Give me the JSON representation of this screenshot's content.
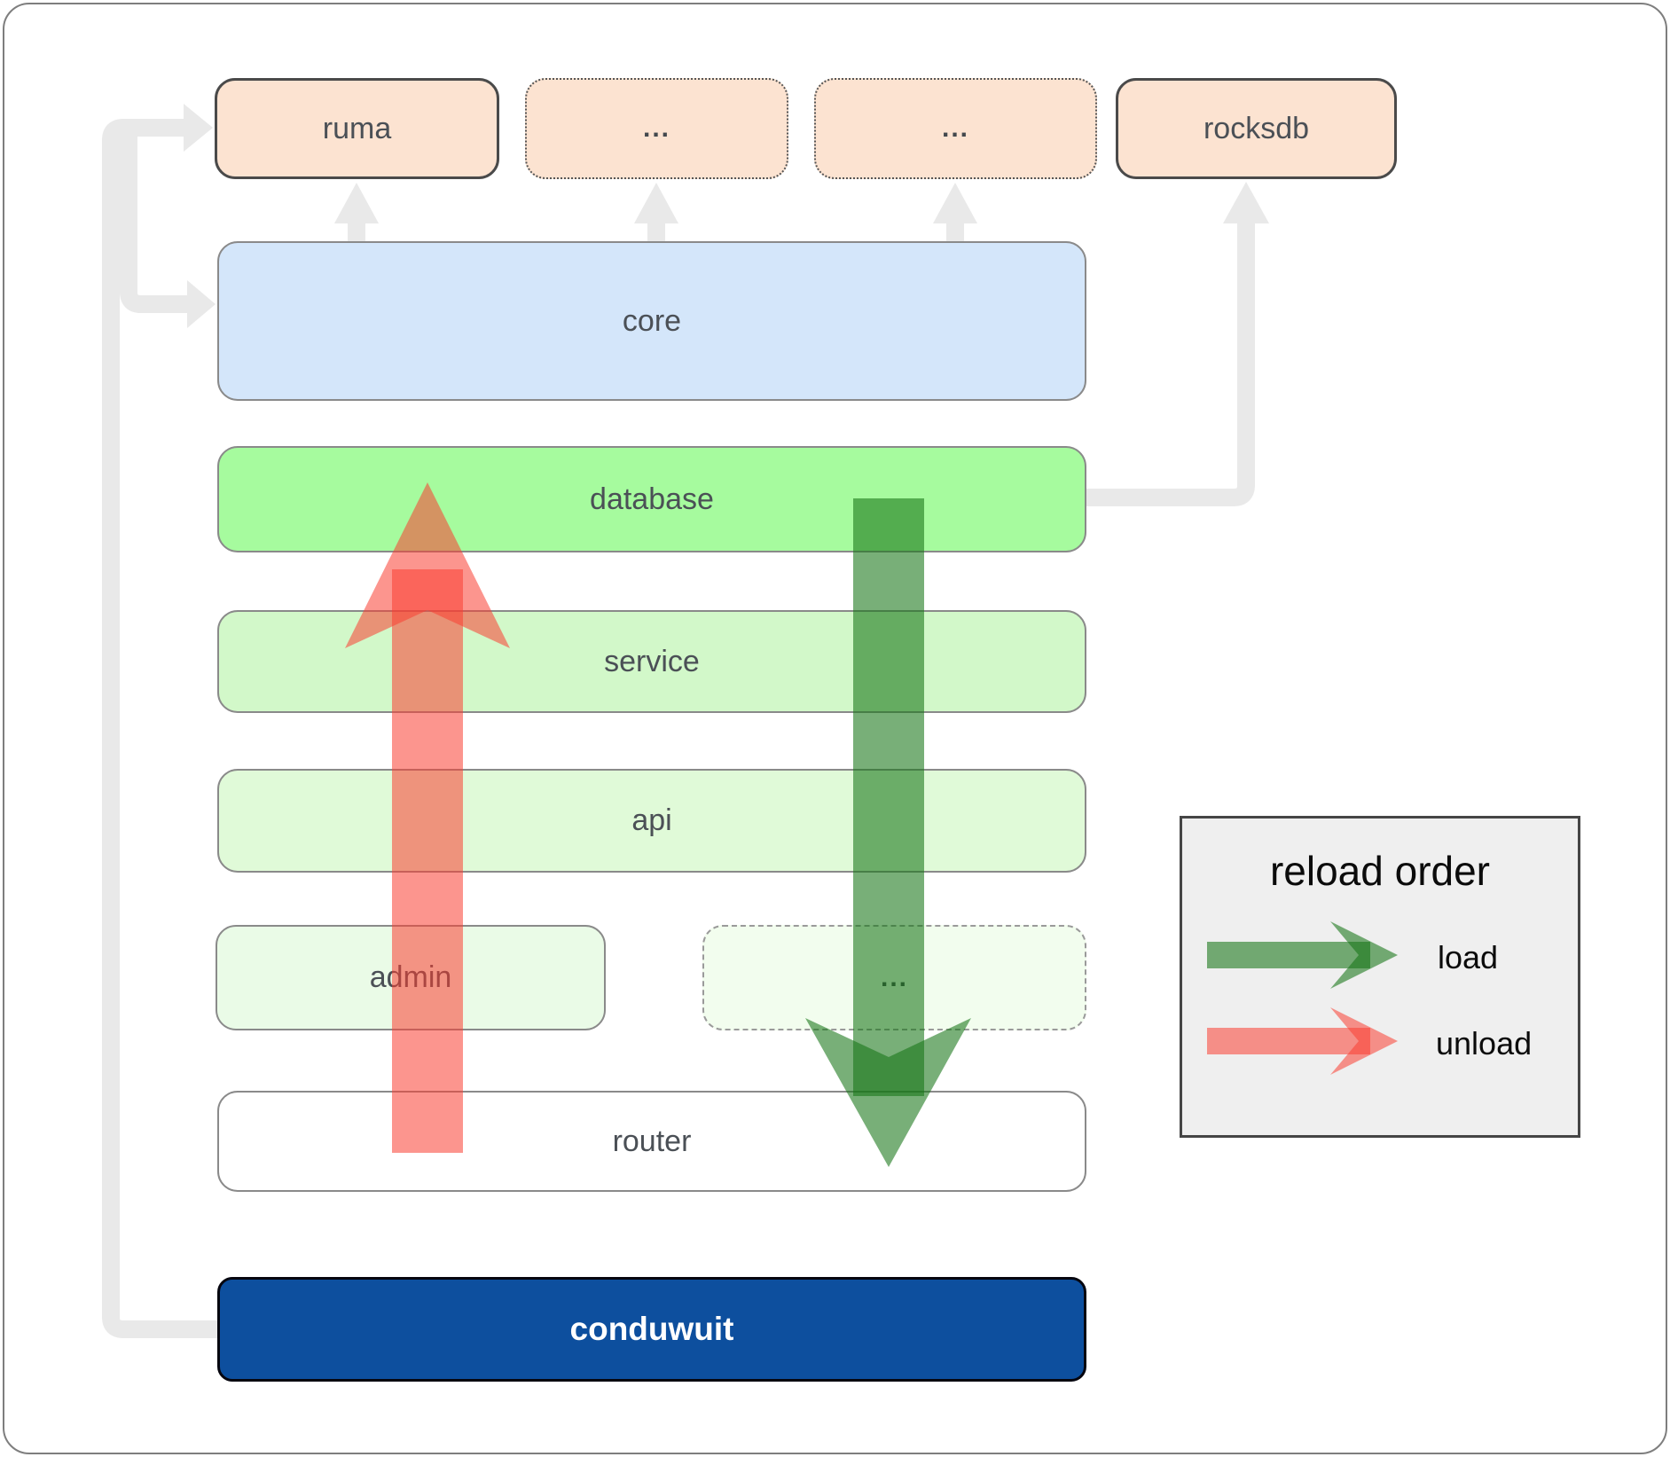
{
  "boxes": {
    "ruma": {
      "label": "ruma"
    },
    "crate_a": {
      "label": "..."
    },
    "crate_b": {
      "label": "..."
    },
    "rocksdb": {
      "label": "rocksdb"
    },
    "core": {
      "label": "core"
    },
    "database": {
      "label": "database"
    },
    "service": {
      "label": "service"
    },
    "api": {
      "label": "api"
    },
    "admin": {
      "label": "admin"
    },
    "services_more": {
      "label": "..."
    },
    "router": {
      "label": "router"
    },
    "conduwuit": {
      "label": "conduwuit"
    }
  },
  "legend": {
    "title": "reload order",
    "items": [
      {
        "label": "load",
        "color": "#3f9c3f"
      },
      {
        "label": "unload",
        "color": "#f87c74"
      }
    ]
  },
  "colors": {
    "peach_fill": "#fce3d1",
    "core_fill": "#d4e6fa",
    "database_fill": "#a6fb9e",
    "service_fill": "#d2f8c9",
    "api_fill": "#e0fad8",
    "admin_fill": "#eafbe7",
    "services_more_fill": "#f2fdee",
    "router_fill": "#ffffff",
    "conduwuit_fill": "#0d4f9e",
    "load_arrow": "rgba(22,118,22,0.58)",
    "unload_arrow": "rgba(250,62,50,0.55)",
    "connector_gray": "#e9e9e9",
    "legend_bg": "#efefef"
  }
}
